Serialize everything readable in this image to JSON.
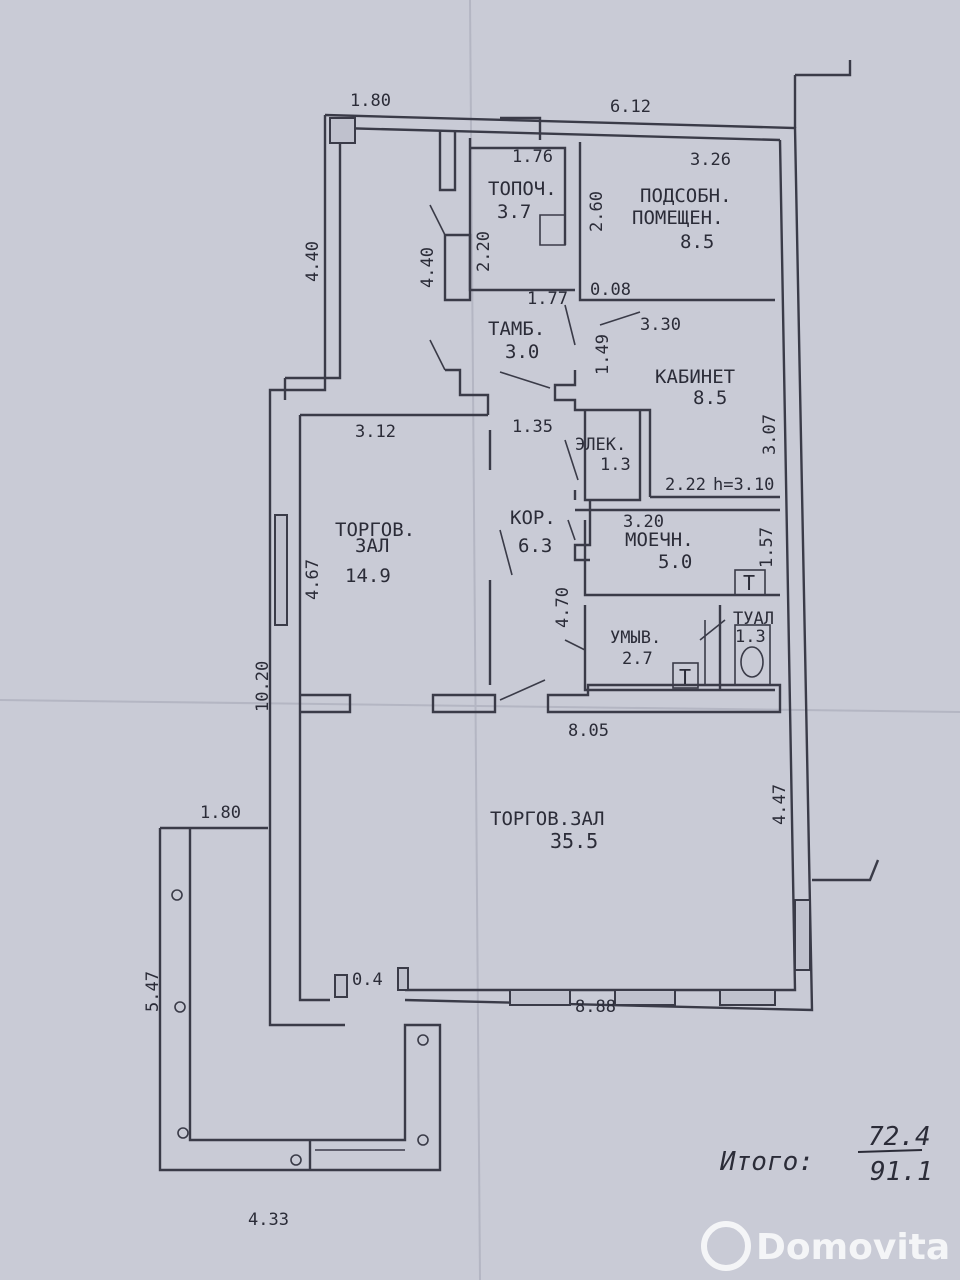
{
  "rooms": {
    "topoch": {
      "name": "ТОПОЧ.",
      "area": "3.7"
    },
    "podsob": {
      "name1": "ПОДСОБН.",
      "name2": "ПОМЕЩЕН.",
      "area": "8.5"
    },
    "tamb": {
      "name": "ТАМБ.",
      "area": "3.0"
    },
    "kabinet": {
      "name": "КАБИНЕТ",
      "area": "8.5"
    },
    "elek": {
      "name": "ЭЛЕК.",
      "area": "1.3"
    },
    "kor": {
      "name": "КОР.",
      "area": "6.3"
    },
    "torg_small": {
      "name1": "ТОРГОВ.",
      "name2": "ЗАЛ",
      "area": "14.9"
    },
    "moechn": {
      "name": "МОЕЧН.",
      "area": "5.0"
    },
    "umyv": {
      "name": "УМЫВ.",
      "area": "2.7"
    },
    "tual": {
      "name": "ТУАЛ",
      "area": "1.3"
    },
    "torg_big": {
      "name": "ТОРГОВ.ЗАЛ",
      "area": "35.5"
    }
  },
  "dimensions": {
    "d_180_top": "1.80",
    "d_612": "6.12",
    "d_176": "1.76",
    "d_326": "3.26",
    "d_440_left": "4.40",
    "d_440_inner": "4.40",
    "d_220": "2.20",
    "d_260": "2.60",
    "d_177": "1.77",
    "d_008": "0.08",
    "d_330": "3.30",
    "d_149": "1.49",
    "d_312": "3.12",
    "d_135": "1.35",
    "d_307": "3.07",
    "d_222": "2.22",
    "d_h": "h=3.10",
    "d_320": "3.20",
    "d_157": "1.57",
    "d_467": "4.67",
    "d_470": "4.70",
    "d_1020": "10.20",
    "d_805": "8.05",
    "d_180_left": "1.80",
    "d_447": "4.47",
    "d_547": "5.47",
    "d_04": "0.4",
    "d_888": "8.88",
    "d_433": "4.33"
  },
  "fixtures": {
    "t1": "T",
    "t2": "T"
  },
  "total": {
    "label": "Итого:",
    "value1": "72.4",
    "value2": "91.1"
  },
  "watermark": "Domovita"
}
